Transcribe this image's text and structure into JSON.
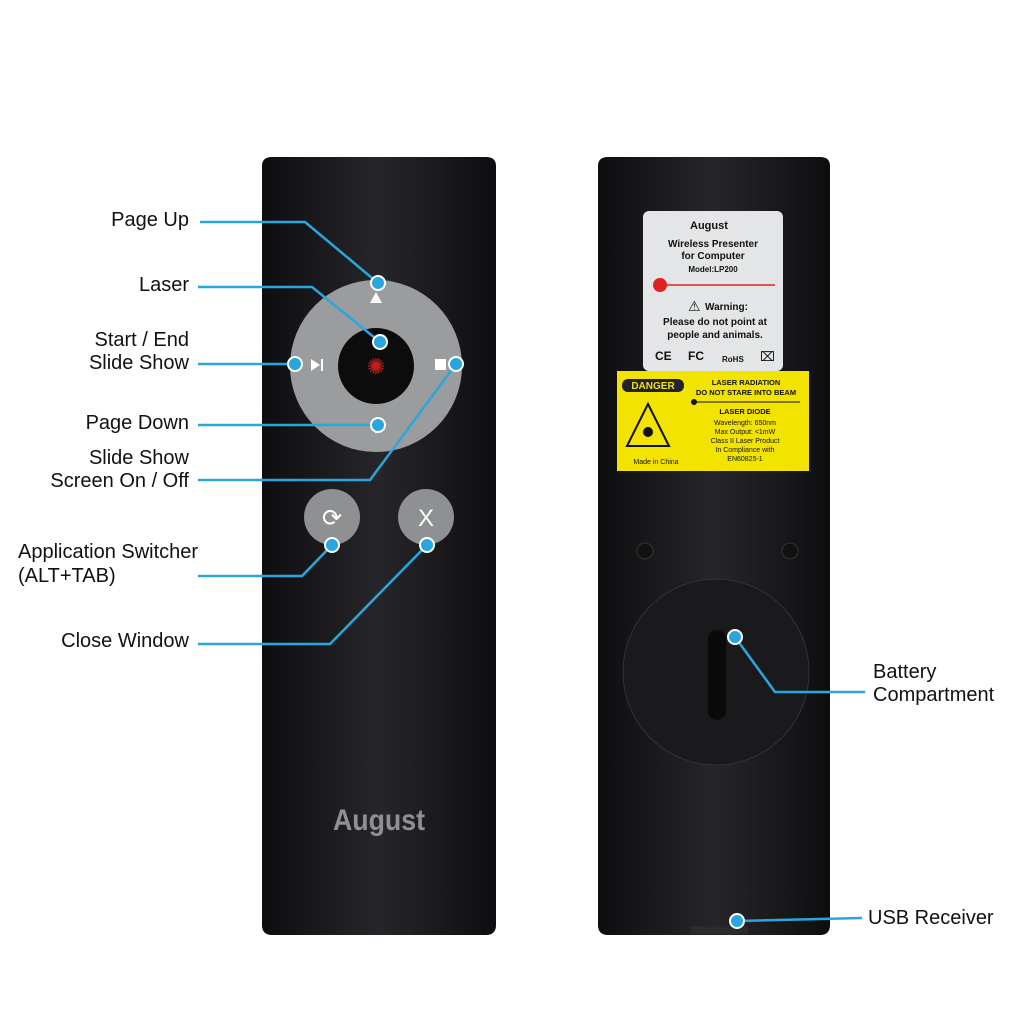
{
  "labels": {
    "page_up": "Page Up",
    "laser": "Laser",
    "start_end_1": "Start / End",
    "start_end_2": "Slide Show",
    "page_down": "Page Down",
    "screen_1": "Slide Show",
    "screen_2": "Screen On / Off",
    "app_switcher_1": "Application Switcher",
    "app_switcher_2": "(ALT+TAB)",
    "close_window": "Close Window",
    "battery_1": "Battery",
    "battery_2": "Compartment",
    "usb": "USB Receiver"
  },
  "front": {
    "brand": "August",
    "close_button": "X"
  },
  "sticker": {
    "brand": "August",
    "line1": "Wireless Presenter",
    "line2": "for Computer",
    "model": "Model:LP200",
    "warning": "Warning:",
    "warn1": "Please do not point at",
    "warn2": "people and animals.",
    "marks": [
      "CE",
      "FC",
      "RoHS"
    ]
  },
  "danger": {
    "badge": "DANGER",
    "h1": "LASER RADIATION",
    "h2": "DO NOT STARE INTO BEAM",
    "h3": "LASER DIODE",
    "l1": "Wavelength: 650nm",
    "l2": "Max Output: <1mW",
    "l3": "Class II Laser Product",
    "l4": "In Compliance with",
    "l5": "EN60825-1",
    "origin": "Made in China"
  },
  "colors": {
    "callout": "#2aa6df",
    "body": "#1c1c1e",
    "ring": "#9a9c9e",
    "danger": "#f2e400"
  }
}
